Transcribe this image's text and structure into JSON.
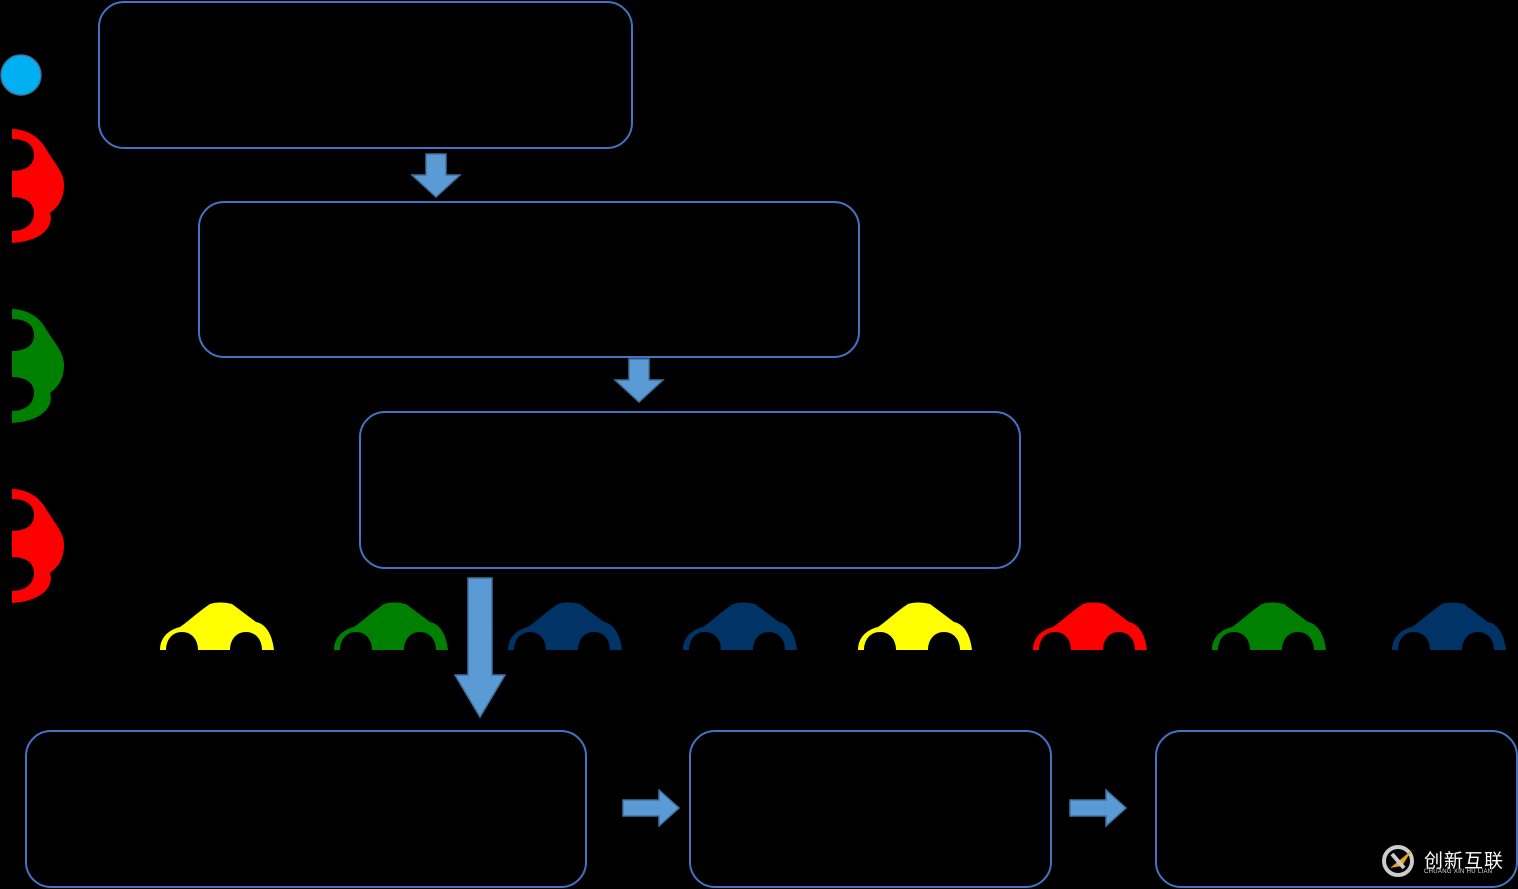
{
  "diagram": {
    "colors": {
      "box_border": "#4472C4",
      "arrow_fill": "#5B9BD5",
      "arrow_stroke": "#41719C",
      "dot": "#00B0F0",
      "red": "#FF0000",
      "green": "#008000",
      "yellow": "#FFFF00",
      "navy": "#003366"
    },
    "legend_icons": [
      {
        "shape": "circle",
        "color": "#00B0F0"
      },
      {
        "shape": "car-side-half",
        "color": "#FF0000"
      },
      {
        "shape": "car-side-half",
        "color": "#008000"
      },
      {
        "shape": "car-side-half",
        "color": "#FF0000"
      }
    ],
    "boxes": [
      {
        "id": "step-1",
        "text": ""
      },
      {
        "id": "step-2",
        "text": ""
      },
      {
        "id": "step-3",
        "text": ""
      },
      {
        "id": "result-1",
        "text": ""
      },
      {
        "id": "result-2",
        "text": ""
      },
      {
        "id": "result-3",
        "text": ""
      }
    ],
    "car_row": [
      "#FFFF00",
      "#008000",
      "#003366",
      "#003366",
      "#FFFF00",
      "#FF0000",
      "#008000",
      "#003366"
    ]
  },
  "watermark": {
    "title": "创新互联",
    "subtitle": "CHUANG XIN HU LIAN"
  }
}
